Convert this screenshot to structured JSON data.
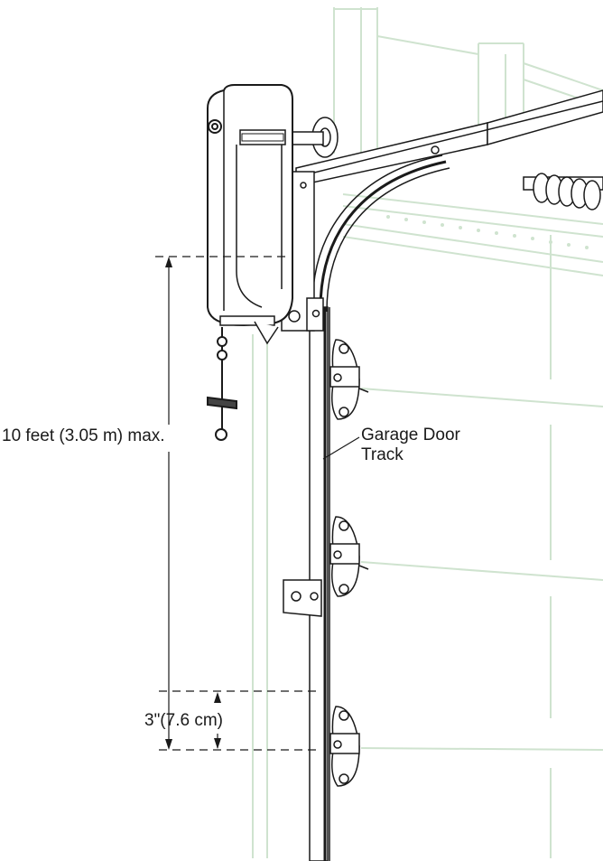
{
  "labels": {
    "max_height": "10 feet (3.05 m) max.",
    "clearance": "3\"(7.6 cm)",
    "track_line1": "Garage Door",
    "track_line2": "Track"
  },
  "colors": {
    "line": "#1a1a1a",
    "door": "#cfe3cf",
    "door_dark": "#b9d3b9",
    "white": "#ffffff"
  }
}
